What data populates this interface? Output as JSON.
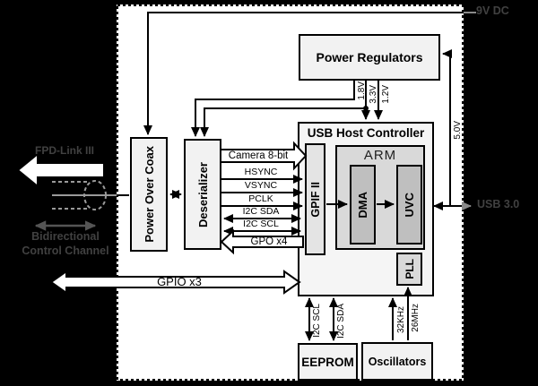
{
  "diagram": {
    "blocks": {
      "power_regulators": "Power Regulators",
      "power_over_coax": "Power Over Coax",
      "deserializer": "Deserializer",
      "usb_host_controller": "USB Host Controller",
      "gpif": "GPIF II",
      "arm": "ARM",
      "dma": "DMA",
      "uvc": "UVC",
      "pll": "PLL",
      "eeprom": "EEPROM",
      "oscillators": "Oscillators"
    },
    "camera_bus": {
      "camera": "Camera 8-bit",
      "hsync": "HSYNC",
      "vsync": "VSYNC",
      "pclk": "PCLK",
      "i2c_sda": "I2C SDA",
      "i2c_scl": "I2C SCL",
      "gpo": "GPO x4"
    },
    "gpio_label": "GPIO x3",
    "power_rails": {
      "rail_1v8": "1.8V",
      "rail_3v3": "3.3V",
      "rail_1v2": "1.2V",
      "rail_5v0": "5.0V"
    },
    "clocks": {
      "khz": "32KHz",
      "mhz": "26MHz"
    },
    "eeprom_bus": {
      "scl": "I2C SCL",
      "sda": "I2C SDA"
    },
    "external": {
      "dc_input": "9V DC",
      "usb": "USB 3.0",
      "link": "FPD-Link III",
      "bidirectional": "Bidirectional",
      "control_channel": "Control Channel"
    },
    "colors": {
      "outside_bg": "#000000",
      "inside_bg": "#ffffff",
      "block_fill": "#f2f2f2",
      "arm_fill": "#d9d9d9",
      "engine_fill": "#bfbfbf",
      "line": "#000000"
    }
  }
}
